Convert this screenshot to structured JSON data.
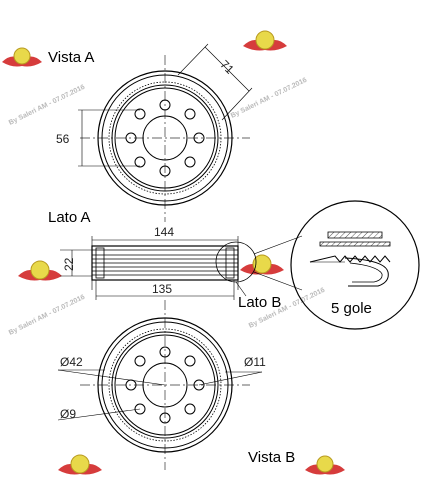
{
  "labels": {
    "vista_a": "Vista A",
    "lato_a": "Lato A",
    "lato_b": "Lato B",
    "vista_b": "Vista B",
    "gole": "5 gole"
  },
  "dimensions": {
    "d71": "71",
    "d56": "56",
    "d144": "144",
    "d22": "22",
    "d135": "135",
    "phi42": "Ø42",
    "phi11": "Ø11",
    "phi9": "Ø9"
  },
  "watermark": {
    "text": "By Saleri AM - 07.07.2016"
  },
  "colors": {
    "logo_red": "#d63c3c",
    "logo_yellow": "#e8d94a",
    "watermark_gray": "#b9b9b9"
  }
}
